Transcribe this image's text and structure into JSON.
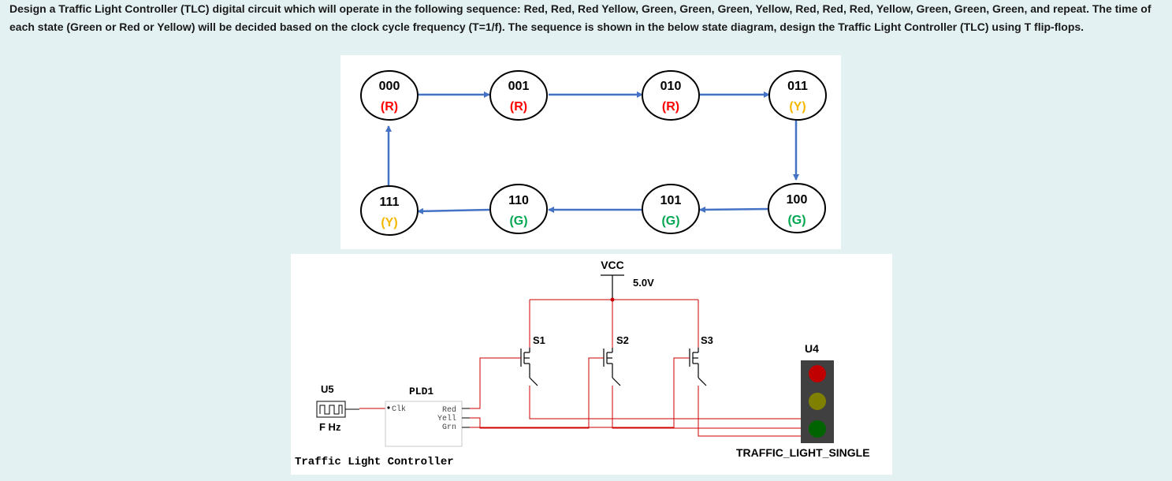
{
  "question": "Design a Traffic Light Controller (TLC) digital circuit which will operate in the following sequence: Red, Red, Red Yellow, Green, Green, Green, Yellow, Red, Red, Red, Yellow, Green, Green, Green, and repeat. The time of each state (Green or Red or Yellow) will be decided based on the clock cycle frequency (T=1/f). The sequence is shown in the below state diagram, design the Traffic Light Controller (TLC) using T flip-flops.",
  "colors": {
    "red": "#ff0000",
    "yellow": "#f5b800",
    "green": "#00a650",
    "arrow": "#4472c4",
    "wire": "#cc0000"
  },
  "states": [
    {
      "code": "000",
      "light": "(R)",
      "color": "red"
    },
    {
      "code": "001",
      "light": "(R)",
      "color": "red"
    },
    {
      "code": "010",
      "light": "(R)",
      "color": "red"
    },
    {
      "code": "011",
      "light": "(Y)",
      "color": "yellow"
    },
    {
      "code": "100",
      "light": "(G)",
      "color": "green"
    },
    {
      "code": "101",
      "light": "(G)",
      "color": "green"
    },
    {
      "code": "110",
      "light": "(G)",
      "color": "green"
    },
    {
      "code": "111",
      "light": "(Y)",
      "color": "yellow"
    }
  ],
  "circuit": {
    "vcc_label": "VCC",
    "vcc_voltage": "5.0V",
    "switches": [
      "S1",
      "S2",
      "S3"
    ],
    "clock": {
      "ref": "U5",
      "freq": "F Hz"
    },
    "pld": {
      "ref": "PLD1",
      "name": "Traffic Light Controller",
      "input": "Clk",
      "outputs": [
        "Red",
        "Yell",
        "Grn"
      ]
    },
    "traffic_light": {
      "ref": "U4",
      "type": "TRAFFIC_LIGHT_SINGLE",
      "lamp_colors": [
        "#c00000",
        "#808000",
        "#006400"
      ]
    }
  }
}
